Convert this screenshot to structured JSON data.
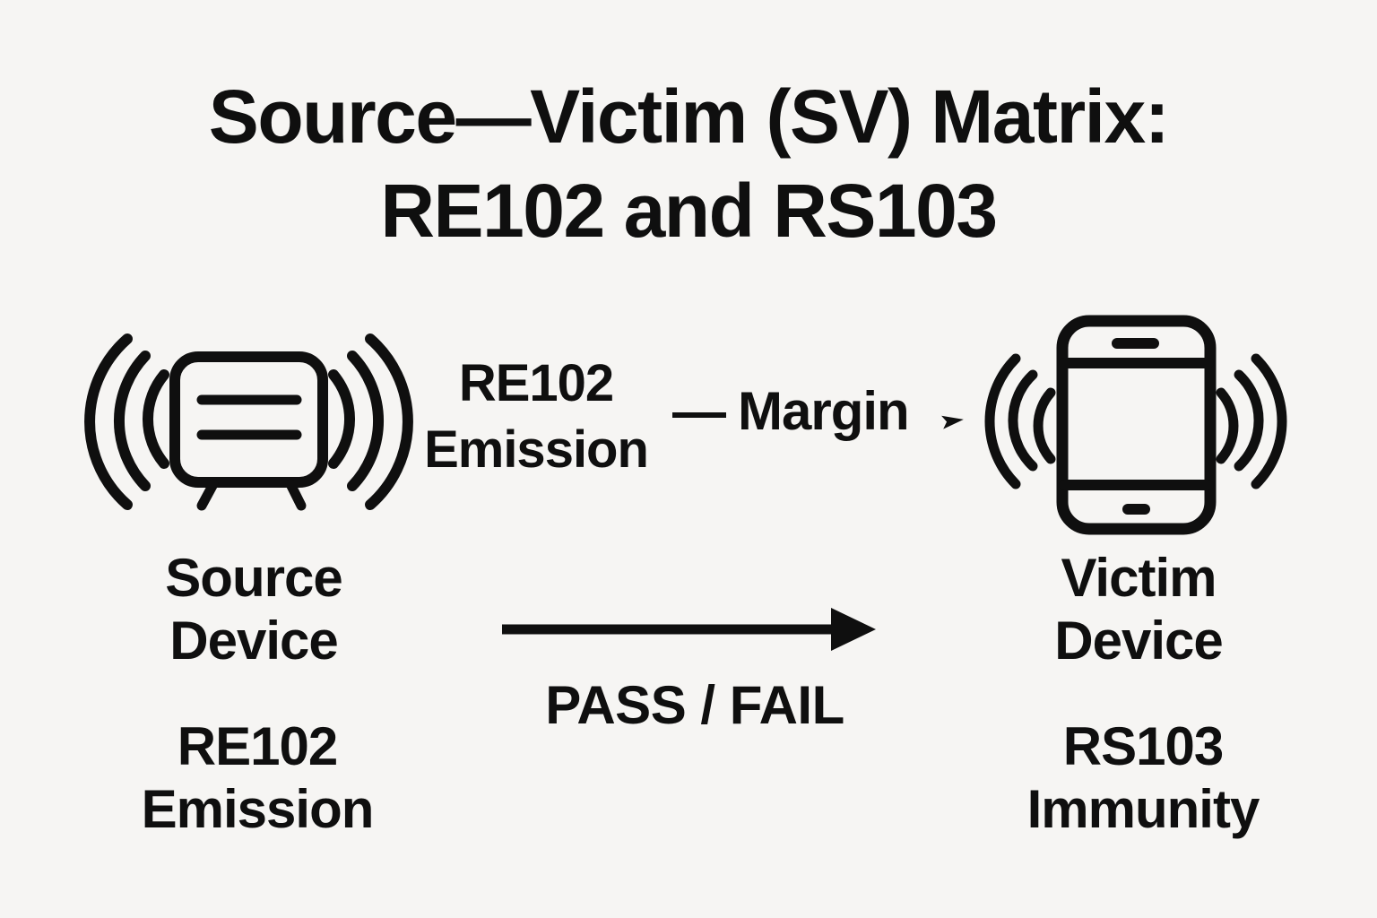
{
  "colors": {
    "background": "#f6f5f3",
    "ink": "#0f0f0f"
  },
  "title": {
    "line1": "Source—Victim (SV) Matrix:",
    "line2": "RE102 and RS103"
  },
  "diagram": {
    "source": {
      "icon": "emitting-box-device-icon",
      "label_line1": "Source",
      "label_line2": "Device",
      "spec_line1": "RE102",
      "spec_line2": "Emission"
    },
    "coupling": {
      "emission_line1": "RE102",
      "emission_line2": "Emission",
      "minus": "—",
      "margin": "Margin",
      "result": "PASS / FAIL"
    },
    "victim": {
      "icon": "vibrating-smartphone-icon",
      "label_line1": "Victim",
      "label_line2": "Device",
      "spec_line1": "RS103",
      "spec_line2": "Immunity"
    }
  },
  "icons": {
    "source_device": "emitting-box-device-icon",
    "victim_device": "vibrating-smartphone-icon",
    "radio_waves": "radio-waves-icon",
    "flow": "right-arrow-icon",
    "margin_pointer": "small-right-pointer-icon"
  }
}
